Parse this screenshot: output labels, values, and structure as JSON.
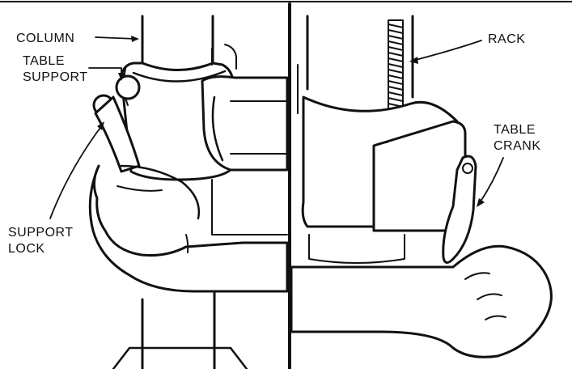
{
  "labels": {
    "column": "COLUMN",
    "table_support": [
      "TABLE",
      "SUPPORT"
    ],
    "support_lock": [
      "SUPPORT",
      "LOCK"
    ],
    "rack": "RACK",
    "table_crank": [
      "TABLE",
      "CRANK"
    ]
  },
  "colors": {
    "ink": "#111111",
    "paper": "#ffffff"
  }
}
